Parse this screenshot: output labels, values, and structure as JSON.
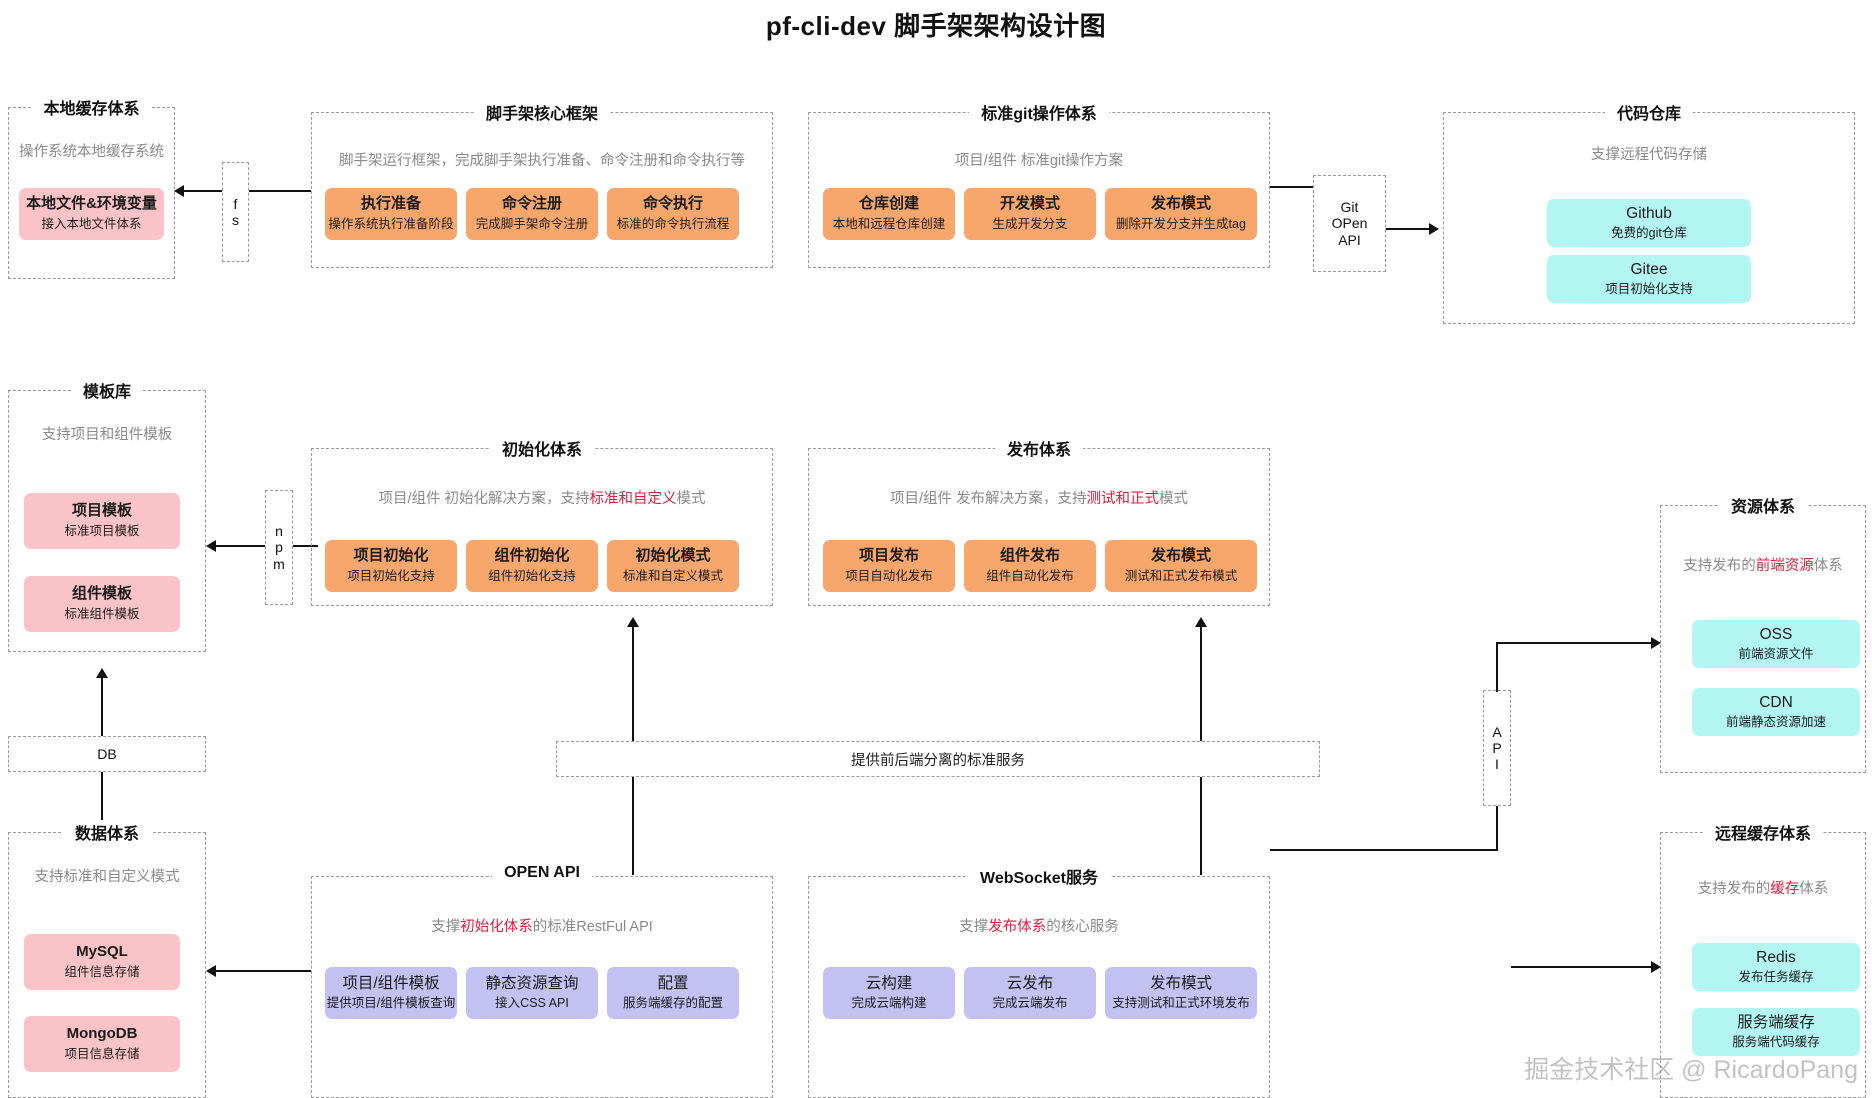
{
  "title": "pf-cli-dev 脚手架架构设计图",
  "watermark": "掘金技术社区 @ RicardoPang",
  "colors": {
    "orange": "#f7a76c",
    "pink": "#f9c3c7",
    "cyan": "#b2f5f3",
    "purple": "#c3c0f2",
    "highlight": "#d81e3f",
    "dashed_border": "#9a9a9a",
    "line": "#111111"
  },
  "groups": {
    "local_cache": {
      "title": "本地缓存体系",
      "desc": "操作系统本地缓存系统",
      "cards": [
        {
          "title": "本地文件&环境变量",
          "sub": "接入本地文件体系",
          "color": "pink"
        }
      ]
    },
    "core_framework": {
      "title": "脚手架核心框架",
      "desc": "脚手架运行框架，完成脚手架执行准备、命令注册和命令执行等",
      "cards": [
        {
          "title": "执行准备",
          "sub": "操作系统执行准备阶段",
          "color": "orange"
        },
        {
          "title": "命令注册",
          "sub": "完成脚手架命令注册",
          "color": "orange"
        },
        {
          "title": "命令执行",
          "sub": "标准的命令执行流程",
          "color": "orange"
        }
      ]
    },
    "git_ops": {
      "title": "标准git操作体系",
      "desc": "项目/组件 标准git操作方案",
      "cards": [
        {
          "title": "仓库创建",
          "sub": "本地和远程仓库创建",
          "color": "orange"
        },
        {
          "title": "开发模式",
          "sub": "生成开发分支",
          "color": "orange"
        },
        {
          "title": "发布模式",
          "sub": "删除开发分支并生成tag",
          "color": "orange"
        }
      ]
    },
    "code_repo": {
      "title": "代码仓库",
      "desc": "支撑远程代码存储",
      "cards": [
        {
          "title": "Github",
          "sub": "免费的git仓库",
          "color": "cyan"
        },
        {
          "title": "Gitee",
          "sub": "项目初始化支持",
          "color": "cyan"
        }
      ]
    },
    "template_lib": {
      "title": "模板库",
      "desc": "支持项目和组件模板",
      "cards": [
        {
          "title": "项目模板",
          "sub": "标准项目模板",
          "color": "pink"
        },
        {
          "title": "组件模板",
          "sub": "标准组件模板",
          "color": "pink"
        }
      ]
    },
    "init_system": {
      "title": "初始化体系",
      "desc_pre": "项目/组件 初始化解决方案，支持",
      "desc_hl": "标准和自定义",
      "desc_post": "模式",
      "cards": [
        {
          "title": "项目初始化",
          "sub": "项目初始化支持",
          "color": "orange"
        },
        {
          "title": "组件初始化",
          "sub": "组件初始化支持",
          "color": "orange"
        },
        {
          "title": "初始化模式",
          "sub": "标准和自定义模式",
          "color": "orange"
        }
      ]
    },
    "publish_system": {
      "title": "发布体系",
      "desc_pre": "项目/组件 发布解决方案，支持",
      "desc_hl": "测试和正式",
      "desc_post": "模式",
      "cards": [
        {
          "title": "项目发布",
          "sub": "项目自动化发布",
          "color": "orange"
        },
        {
          "title": "组件发布",
          "sub": "组件自动化发布",
          "color": "orange"
        },
        {
          "title": "发布模式",
          "sub": "测试和正式发布模式",
          "color": "orange"
        }
      ]
    },
    "resource_system": {
      "title": "资源体系",
      "desc_pre": "支持发布的",
      "desc_hl": "前端资源",
      "desc_post": "体系",
      "cards": [
        {
          "title": "OSS",
          "sub": "前端资源文件",
          "color": "cyan"
        },
        {
          "title": "CDN",
          "sub": "前端静态资源加速",
          "color": "cyan"
        }
      ]
    },
    "data_system": {
      "title": "数据体系",
      "desc": "支持标准和自定义模式",
      "cards": [
        {
          "title": "MySQL",
          "sub": "组件信息存储",
          "color": "pink"
        },
        {
          "title": "MongoDB",
          "sub": "项目信息存储",
          "color": "pink"
        }
      ]
    },
    "open_api": {
      "title": "OPEN API",
      "desc_pre": "支撑",
      "desc_hl": "初始化体系",
      "desc_post": "的标准RestFul API",
      "cards": [
        {
          "title": "项目/组件模板",
          "sub": "提供项目/组件模板查询",
          "color": "purple"
        },
        {
          "title": "静态资源查询",
          "sub": "接入CSS API",
          "color": "purple"
        },
        {
          "title": "配置",
          "sub": "服务端缓存的配置",
          "color": "purple"
        }
      ]
    },
    "websocket": {
      "title": "WebSocket服务",
      "desc_pre": "支撑",
      "desc_hl": "发布体系",
      "desc_post": "的核心服务",
      "cards": [
        {
          "title": "云构建",
          "sub": "完成云端构建",
          "color": "purple"
        },
        {
          "title": "云发布",
          "sub": "完成云端发布",
          "color": "purple"
        },
        {
          "title": "发布模式",
          "sub": "支持测试和正式环境发布",
          "color": "purple"
        }
      ]
    },
    "remote_cache": {
      "title": "远程缓存体系",
      "desc_pre": "支持发布的",
      "desc_hl": "缓存",
      "desc_post": "体系",
      "cards": [
        {
          "title": "Redis",
          "sub": "发布任务缓存",
          "color": "cyan"
        },
        {
          "title": "服务端缓存",
          "sub": "服务端代码缓存",
          "color": "cyan"
        }
      ]
    }
  },
  "edge_labels": {
    "fs": "f\ns",
    "npm": "n\np\nm",
    "db": "DB",
    "api": "A\nP\nI",
    "git_open_api": "Git\nOPen\nAPI",
    "service_bar": "提供前后端分离的标准服务"
  }
}
